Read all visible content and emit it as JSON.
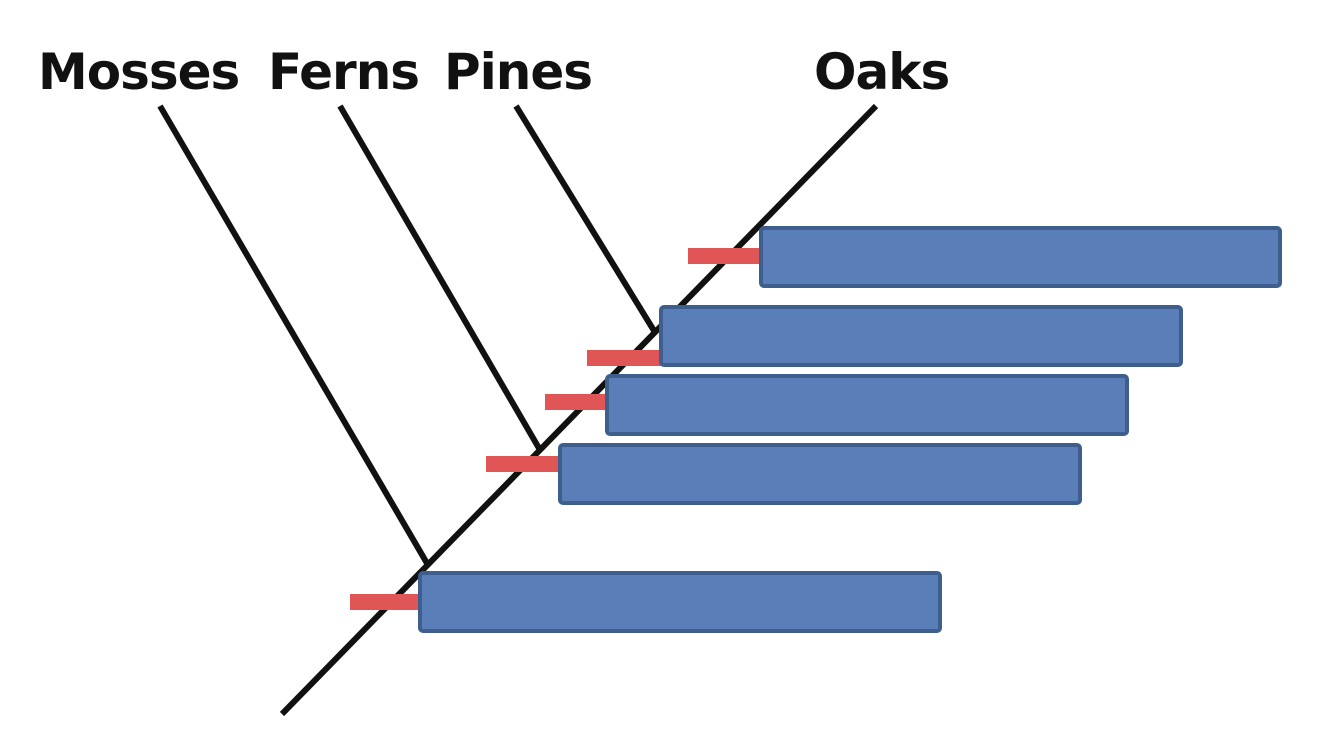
{
  "taxa": {
    "mosses": "Mosses",
    "ferns": "Ferns",
    "pines": "Pines",
    "oaks": "Oaks"
  },
  "trait_boxes": [
    {
      "id": "trait-box-1",
      "text": ""
    },
    {
      "id": "trait-box-2",
      "text": ""
    },
    {
      "id": "trait-box-3",
      "text": ""
    },
    {
      "id": "trait-box-4",
      "text": ""
    },
    {
      "id": "trait-box-5",
      "text": ""
    }
  ],
  "colors": {
    "line": "#111111",
    "box_fill": "#5a7fb8",
    "box_border": "#3e5f8e",
    "marker": "#e05555"
  }
}
